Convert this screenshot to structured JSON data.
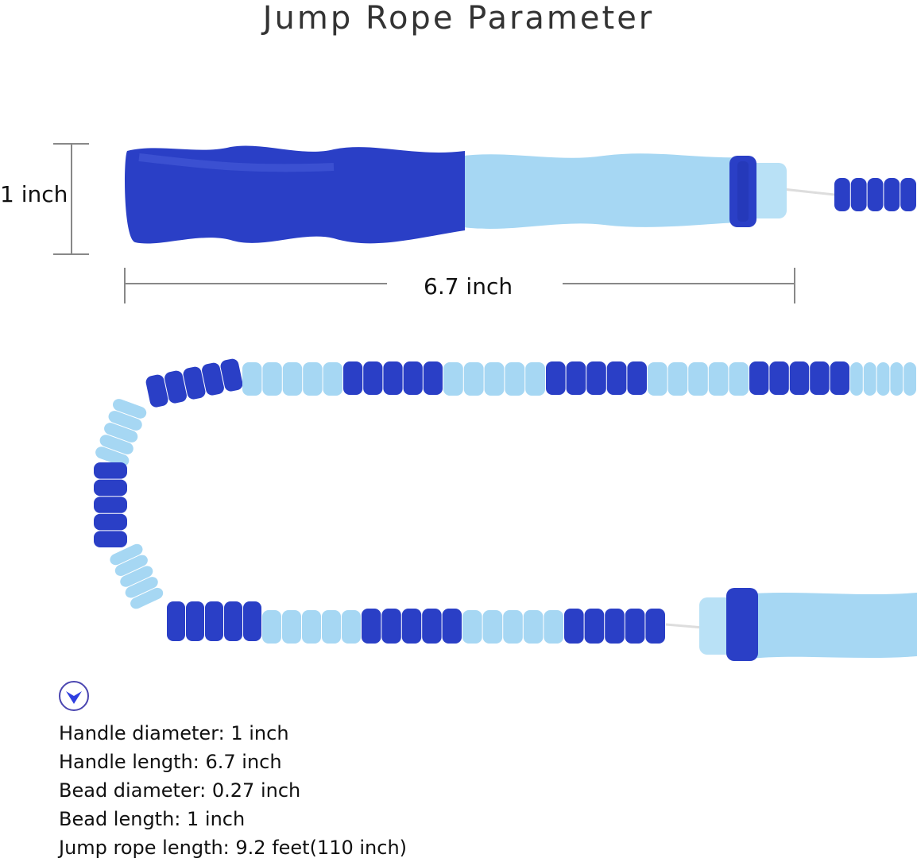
{
  "title": "Jump Rope Parameter",
  "dimensions": {
    "handle_diameter_label": "1 inch",
    "handle_length_label": "6.7 inch"
  },
  "colors": {
    "dark_blue": "#2a3fc6",
    "light_blue": "#a6d7f3",
    "accent": "#2f3fe0"
  },
  "marker_icon": "chevron-down-circle-icon",
  "specs": [
    "Handle diameter: 1 inch",
    "Handle length: 6.7 inch",
    "Bead diameter: 0.27 inch",
    "Bead length: 1 inch",
    "Jump rope length: 9.2 feet(110 inch)"
  ]
}
